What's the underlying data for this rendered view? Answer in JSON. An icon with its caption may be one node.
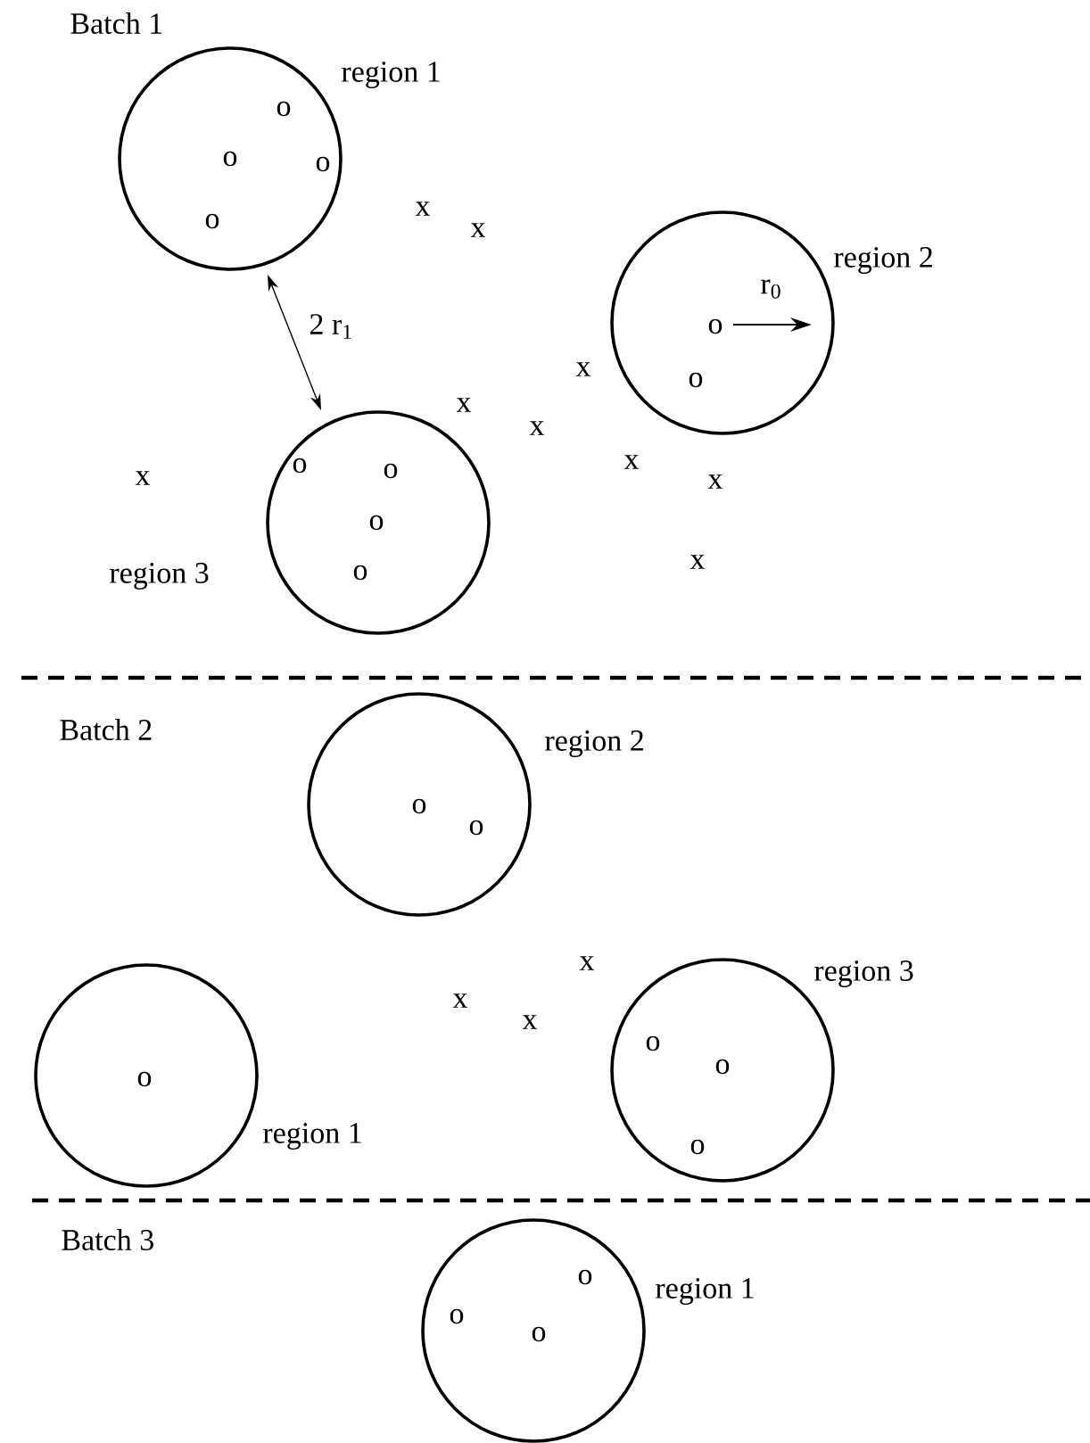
{
  "diagram": {
    "nodes": [
      {
        "text": [
          "o",
          "o",
          "o",
          "o"
        ],
        "beside": [
          "region 1"
        ]
      },
      {
        "text": [
          "o",
          "o"
        ],
        "beside": [
          "region 2"
        ]
      },
      {
        "text": [
          "o",
          "o",
          "o",
          "o"
        ],
        "beside": [
          "region 3"
        ]
      },
      {
        "text": [
          "o",
          "o"
        ],
        "beside": [
          "region 2"
        ]
      },
      {
        "text": [
          "o"
        ],
        "beside": [
          "region 1"
        ]
      },
      {
        "text": [
          "o",
          "o",
          "o"
        ],
        "beside": [
          "region 3"
        ]
      },
      {
        "text": [
          "o",
          "o",
          "o"
        ],
        "beside": [
          "region 1"
        ]
      }
    ],
    "labels": [
      "Batch 1",
      "x",
      "x",
      "r$_{0}$",
      "2 r$_{1}$",
      "x",
      "x",
      "x",
      "x",
      "x",
      "x",
      "x",
      "Batch 2",
      "x",
      "x",
      "x",
      "Batch 3"
    ]
  }
}
